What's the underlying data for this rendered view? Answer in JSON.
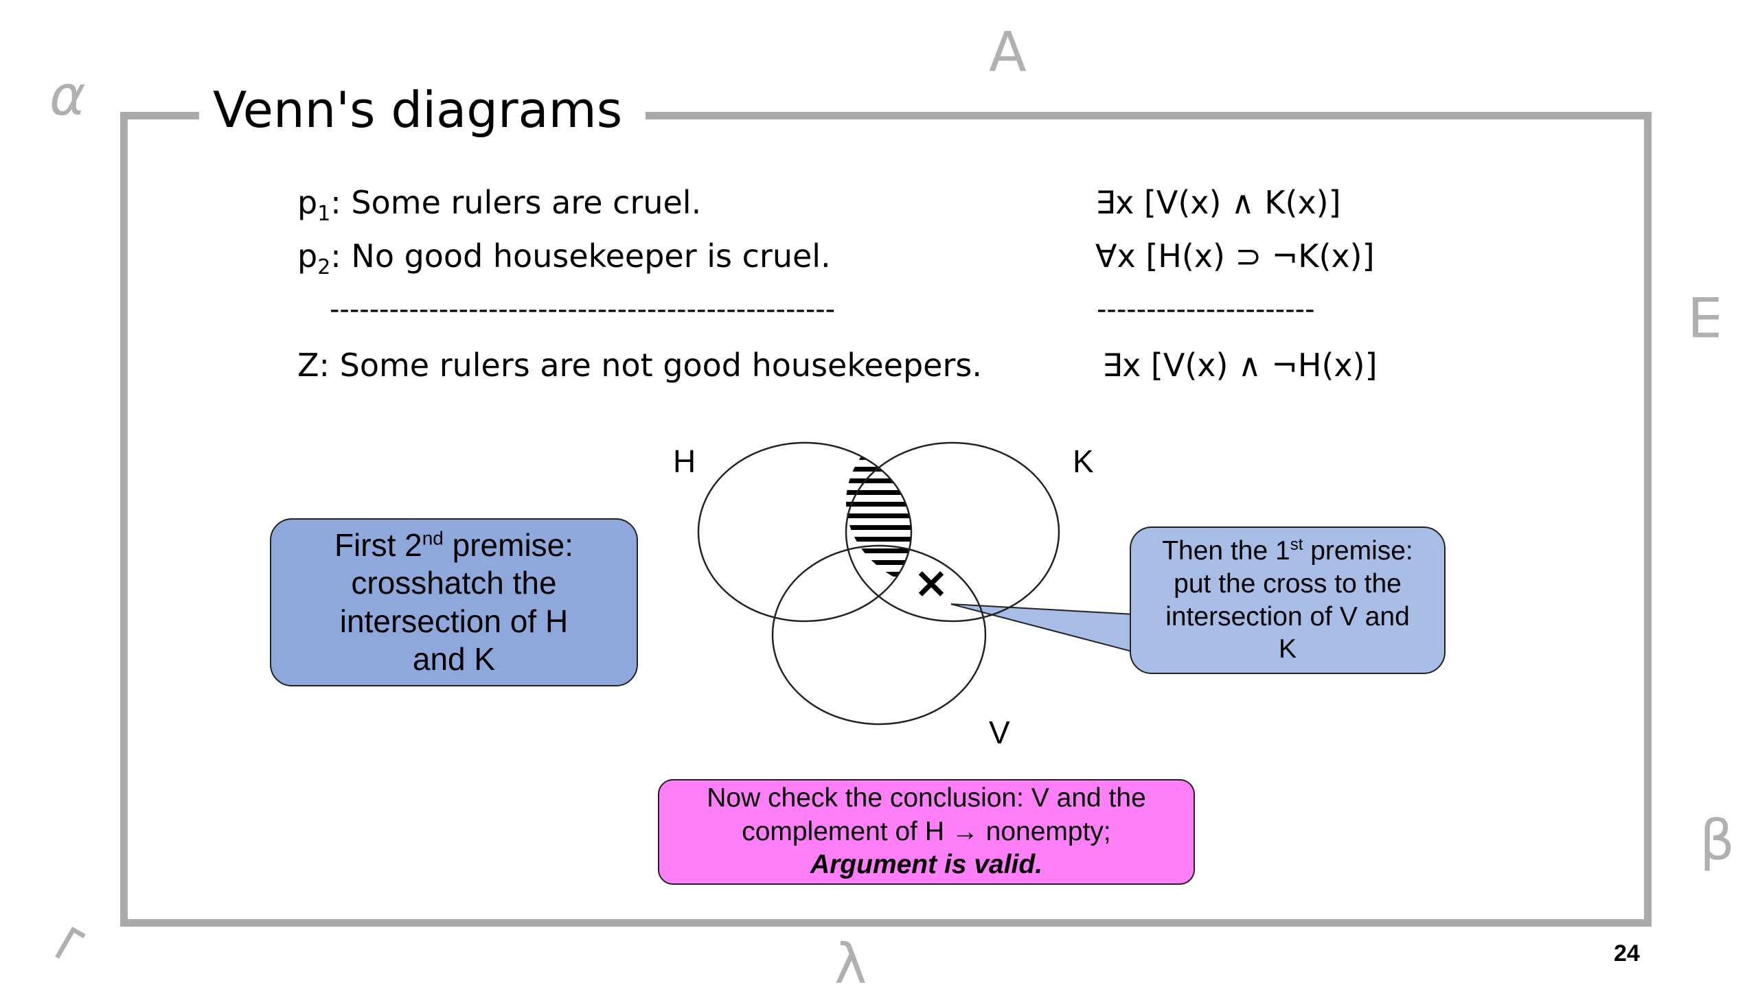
{
  "slide": {
    "title": "Venn's diagrams",
    "page_number": "24"
  },
  "decorations": {
    "alpha": "α",
    "forall": "∀",
    "exists": "∃",
    "beta": "β",
    "lambda": "λ",
    "neg": "¬"
  },
  "argument": {
    "p1_prefix": "p",
    "p1_sub": "1",
    "p1_text": ": Some rulers are cruel.",
    "p1_formula": "∃x [V(x) ∧ K(x)]",
    "p2_prefix": "p",
    "p2_sub": "2",
    "p2_text": ": No good housekeeper is cruel.",
    "p2_formula": "∀x [H(x) ⊃ ¬K(x)]",
    "separator_left": "---------------------------------------------------",
    "separator_right": "----------------------",
    "conclusion_text": "Z: Some rulers are not good housekeepers.",
    "conclusion_formula": "∃x [V(x) ∧ ¬H(x)]"
  },
  "diagram": {
    "label_h": "H",
    "label_k": "K",
    "label_v": "V",
    "cross": "×",
    "shading_color": "#000000"
  },
  "callouts": {
    "left": {
      "line1_pre": "First 2",
      "line1_sup": "nd",
      "line1_post": " premise:",
      "line2": "crosshatch the",
      "line3": "intersection of H",
      "line4": "and K"
    },
    "right": {
      "line1_pre": "Then the 1",
      "line1_sup": "st",
      "line1_post": " premise:",
      "line2": "put the cross to the",
      "line3": "intersection of V and",
      "line4": "K"
    },
    "bottom": {
      "line1": "Now check the conclusion: V and the",
      "line2": "complement of H → nonempty;",
      "line3": "Argument is valid."
    }
  },
  "colors": {
    "frame": "#aaaaaa",
    "left_box": "#8ea8dc",
    "right_box": "#a7bde6",
    "bottom_box": "#ff7ff8",
    "decoration": "#b0b0b0"
  }
}
